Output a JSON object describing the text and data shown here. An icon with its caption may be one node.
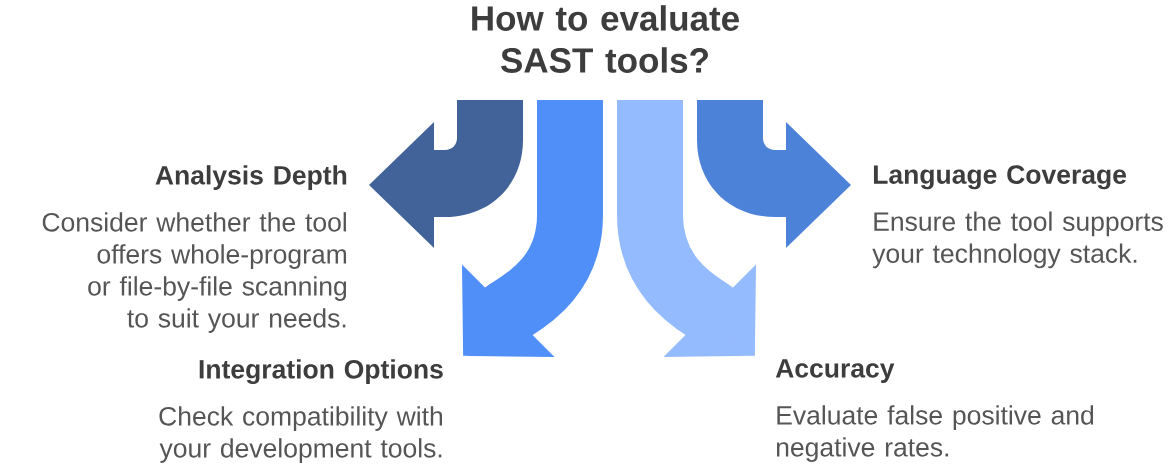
{
  "diagram": {
    "title": "How to evaluate SAST tools?",
    "nodes": [
      {
        "text": [
          "Analysis Depth",
          "Consider whether the tool offers whole-program or file-by-file scanning to suit your needs."
        ]
      },
      {
        "text": [
          "Integration Options",
          "Check compatibility with your development tools."
        ]
      },
      {
        "text": [
          "Accuracy",
          "Evaluate false positive and negative rates."
        ]
      },
      {
        "text": [
          "Language Coverage",
          "Ensure the tool supports your technology stack."
        ]
      }
    ],
    "edges": [
      {
        "from": null,
        "to": 0,
        "arrow": "to",
        "color": "#41639a"
      },
      {
        "from": null,
        "to": 1,
        "arrow": "to",
        "color": "#4f8ff7"
      },
      {
        "from": null,
        "to": 2,
        "arrow": "to",
        "color": "#95bbff"
      },
      {
        "from": null,
        "to": 3,
        "arrow": "to",
        "color": "#4d82d9"
      }
    ]
  }
}
